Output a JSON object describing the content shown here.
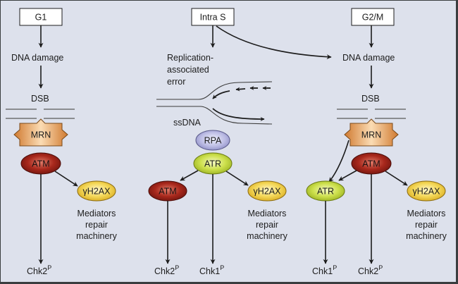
{
  "title": "DNA damage checkpoint pathways by cell-cycle phase",
  "colors": {
    "background": "#dde1ec",
    "atm": "#a8281c",
    "atr": "#c4dc3c",
    "h2ax": "#f2d450",
    "rpa": "#b4b4de",
    "mrn": "#e49a50",
    "line": "#1c1c1c",
    "dna": "#3a3a3a"
  },
  "columns": [
    {
      "phase": "G1",
      "damage": "DNA damage",
      "lesion": "DSB",
      "sensor": "MRN",
      "kinase": "ATM",
      "mark": "γH2AX",
      "mediators": [
        "Mediators",
        "repair",
        "machinery"
      ],
      "outputs": [
        {
          "label": "Chk2",
          "sup": "P"
        }
      ]
    },
    {
      "phase": "Intra S",
      "damage": [
        "Replication-",
        "associated",
        "error"
      ],
      "lesion": "ssDNA",
      "sensor": "RPA",
      "kinase": "ATR",
      "secondary": "ATM",
      "mark": "γH2AX",
      "mediators": [
        "Mediators",
        "repair",
        "machinery"
      ],
      "outputs": [
        {
          "label": "Chk2",
          "sup": "P"
        },
        {
          "label": "Chk1",
          "sup": "P"
        }
      ]
    },
    {
      "phase": "G2/M",
      "damage": "DNA damage",
      "lesion": "DSB",
      "sensor": "MRN",
      "kinase": "ATM",
      "secondary": "ATR",
      "mark": "γH2AX",
      "mediators": [
        "Mediators",
        "repair",
        "machinery"
      ],
      "outputs": [
        {
          "label": "Chk1",
          "sup": "P"
        },
        {
          "label": "Chk2",
          "sup": "P"
        }
      ]
    }
  ]
}
